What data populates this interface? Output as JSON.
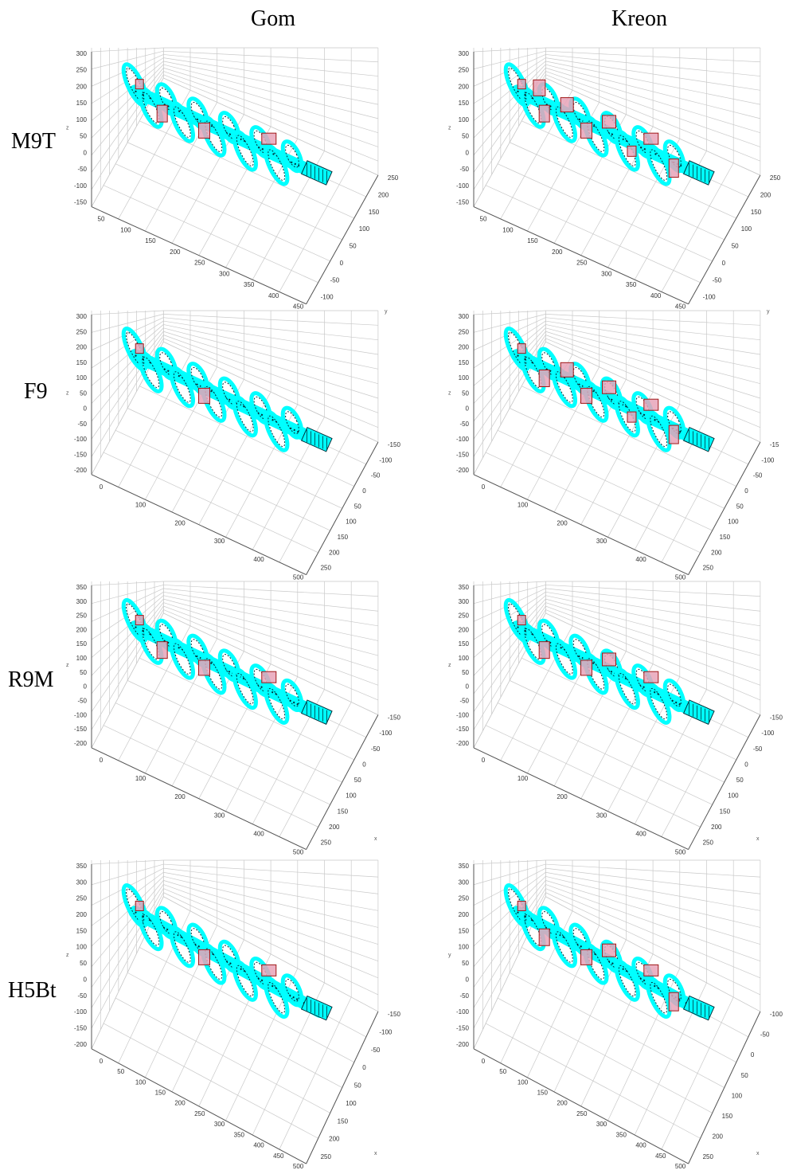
{
  "columns": [
    "Gom",
    "Kreon"
  ],
  "rows": [
    "M9T",
    "F9",
    "R9M",
    "H5Bt"
  ],
  "colors": {
    "mesh": "#00ffff",
    "mesh_dark": "#00303a",
    "deviation_fill": "#e7a3b8",
    "deviation_dark": "#a01818",
    "grid": "#c9c9c9"
  },
  "panels": [
    {
      "row": "M9T",
      "col": "Gom",
      "z_axis_label": "z",
      "x_ticks": [
        "50",
        "100",
        "150",
        "200",
        "250",
        "300",
        "350",
        "400",
        "450"
      ],
      "y_ticks": [
        "250",
        "200",
        "150",
        "100",
        "50",
        "0",
        "-50",
        "-100"
      ],
      "z_ticks": [
        "300",
        "250",
        "200",
        "150",
        "100",
        "50",
        "0",
        "-50",
        "-100",
        "-150"
      ],
      "defects": 4
    },
    {
      "row": "M9T",
      "col": "Kreon",
      "z_axis_label": "z",
      "x_ticks": [
        "50",
        "100",
        "150",
        "200",
        "250",
        "300",
        "350",
        "400",
        "450"
      ],
      "y_ticks": [
        "250",
        "200",
        "150",
        "100",
        "50",
        "0",
        "-50",
        "-100"
      ],
      "z_ticks": [
        "300",
        "250",
        "200",
        "150",
        "100",
        "50",
        "0",
        "-50",
        "-100",
        "-150"
      ],
      "defects": 9
    },
    {
      "row": "F9",
      "col": "Gom",
      "z_axis_label": "z",
      "y_axis_label": "y",
      "x_ticks": [
        "0",
        "100",
        "200",
        "300",
        "400",
        "500"
      ],
      "y_ticks": [
        "-150",
        "-100",
        "-50",
        "0",
        "50",
        "100",
        "150",
        "200",
        "250"
      ],
      "z_ticks": [
        "300",
        "250",
        "200",
        "150",
        "100",
        "50",
        "0",
        "-50",
        "-100",
        "-150",
        "-200"
      ],
      "defects": 2
    },
    {
      "row": "F9",
      "col": "Kreon",
      "z_axis_label": "z",
      "y_axis_label": "y",
      "x_ticks": [
        "0",
        "100",
        "200",
        "300",
        "400",
        "500"
      ],
      "y_ticks": [
        "-15",
        "-100",
        "-50",
        "0",
        "50",
        "100",
        "150",
        "200",
        "250"
      ],
      "z_ticks": [
        "300",
        "250",
        "200",
        "150",
        "100",
        "50",
        "0",
        "-50",
        "-100",
        "-150",
        "-200"
      ],
      "defects": 8
    },
    {
      "row": "R9M",
      "col": "Gom",
      "z_axis_label": "z",
      "x_axis_label": "x",
      "x_ticks": [
        "0",
        "100",
        "200",
        "300",
        "400",
        "500"
      ],
      "y_ticks": [
        "-150",
        "-100",
        "-50",
        "0",
        "50",
        "100",
        "150",
        "200",
        "250"
      ],
      "z_ticks": [
        "350",
        "300",
        "250",
        "200",
        "150",
        "100",
        "50",
        "0",
        "-50",
        "-100",
        "-150",
        "-200"
      ],
      "defects": 4
    },
    {
      "row": "R9M",
      "col": "Kreon",
      "z_axis_label": "z",
      "x_axis_label": "x",
      "x_ticks": [
        "0",
        "100",
        "200",
        "300",
        "400",
        "500"
      ],
      "y_ticks": [
        "-150",
        "-100",
        "-50",
        "0",
        "50",
        "100",
        "150",
        "200",
        "250"
      ],
      "z_ticks": [
        "350",
        "300",
        "250",
        "200",
        "150",
        "100",
        "50",
        "0",
        "-50",
        "-100",
        "-150",
        "-200"
      ],
      "defects": 5
    },
    {
      "row": "H5Bt",
      "col": "Gom",
      "z_axis_label": "z",
      "x_axis_label": "x",
      "x_ticks": [
        "0",
        "50",
        "100",
        "150",
        "200",
        "250",
        "300",
        "350",
        "400",
        "450",
        "500"
      ],
      "y_ticks": [
        "-150",
        "-100",
        "-50",
        "0",
        "50",
        "100",
        "150",
        "200",
        "250"
      ],
      "z_ticks": [
        "350",
        "300",
        "250",
        "200",
        "150",
        "100",
        "50",
        "0",
        "-50",
        "-100",
        "-150",
        "-200"
      ],
      "defects": 3
    },
    {
      "row": "H5Bt",
      "col": "Kreon",
      "z_axis_label": "y",
      "x_axis_label": "x",
      "x_ticks": [
        "0",
        "50",
        "100",
        "150",
        "200",
        "250",
        "300",
        "350",
        "400",
        "450",
        "500"
      ],
      "y_ticks": [
        "-100",
        "-50",
        "0",
        "50",
        "100",
        "150",
        "200",
        "250"
      ],
      "z_ticks": [
        "350",
        "300",
        "250",
        "200",
        "150",
        "100",
        "50",
        "0",
        "-50",
        "-100",
        "-150",
        "-200"
      ],
      "defects": 6
    }
  ]
}
